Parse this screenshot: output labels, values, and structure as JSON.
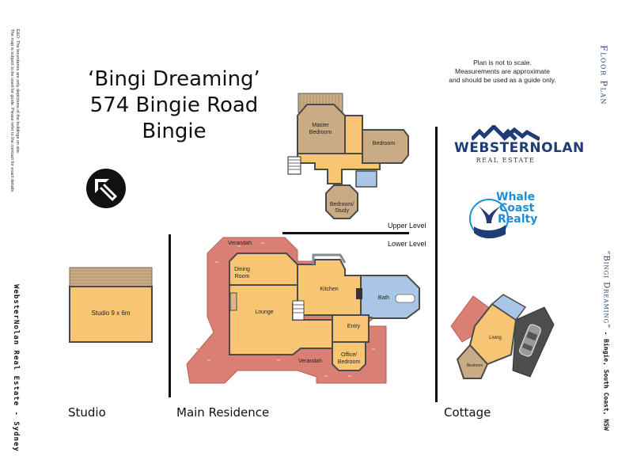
{
  "title": {
    "line1": "‘Bingi Dreaming’",
    "line2": "574 Bingie Road",
    "line3": "Bingie"
  },
  "scale_note": {
    "line1": "Plan is not to scale.",
    "line2": "Measurements are approximate",
    "line3": "and should be used as a guide only."
  },
  "disclaimer": {
    "line1": "E&O: The boundaries are only depictions of the buildings on site.",
    "line2": "The map is subject to be used for guide. Please refer to the contract for exact details."
  },
  "side_left": "WebsterNolan Real Estate - Sydney",
  "side_right_top": "Floor Plan",
  "side_right_bottom_name": "“Bingi Dreaming”",
  "side_right_bottom_loc": "- Bingie, South Coast, NSW",
  "levels": {
    "upper": "Upper Level",
    "lower": "Lower Level"
  },
  "sections": {
    "studio": "Studio",
    "main": "Main Residence",
    "cottage": "Cottage"
  },
  "rooms": {
    "master_bedroom_1": "Master",
    "master_bedroom_2": "Bedroom",
    "bedroom_upper": "Bedroom",
    "study_1": "Bedroom/",
    "study_2": "Study",
    "verandah_top": "Verandah",
    "dining_1": "Dining",
    "dining_2": "Room",
    "kitchen": "Kitchen",
    "bath": "Bath",
    "lounge": "Lounge",
    "entry": "Entry",
    "office_1": "Office/",
    "office_2": "Bedroom",
    "verandah_bottom": "Verandah",
    "studio_room": "Studio 9 x 6m",
    "living": "Living",
    "cottage_bedroom": "Bedroom"
  },
  "logos": {
    "webster_main": "WEBSTERNOLAN",
    "webster_sub": "REAL ESTATE",
    "whale_1": "Whale",
    "whale_2": "Coast",
    "whale_3": "Realty"
  },
  "colors": {
    "floor": "#f8c672",
    "verandah": "#d97f74",
    "deck": "#c9ab85",
    "bath": "#a9c6e6",
    "wall": "#5a5a5a",
    "garage": "#4d4d4d",
    "brand_blue": "#1e3c76",
    "whale_blue": "#1b8fd6"
  },
  "icons": {
    "compass": "north-arrow-icon",
    "webster_roof": "house-roofline-icon",
    "whale": "whale-tail-icon",
    "car": "car-icon"
  }
}
